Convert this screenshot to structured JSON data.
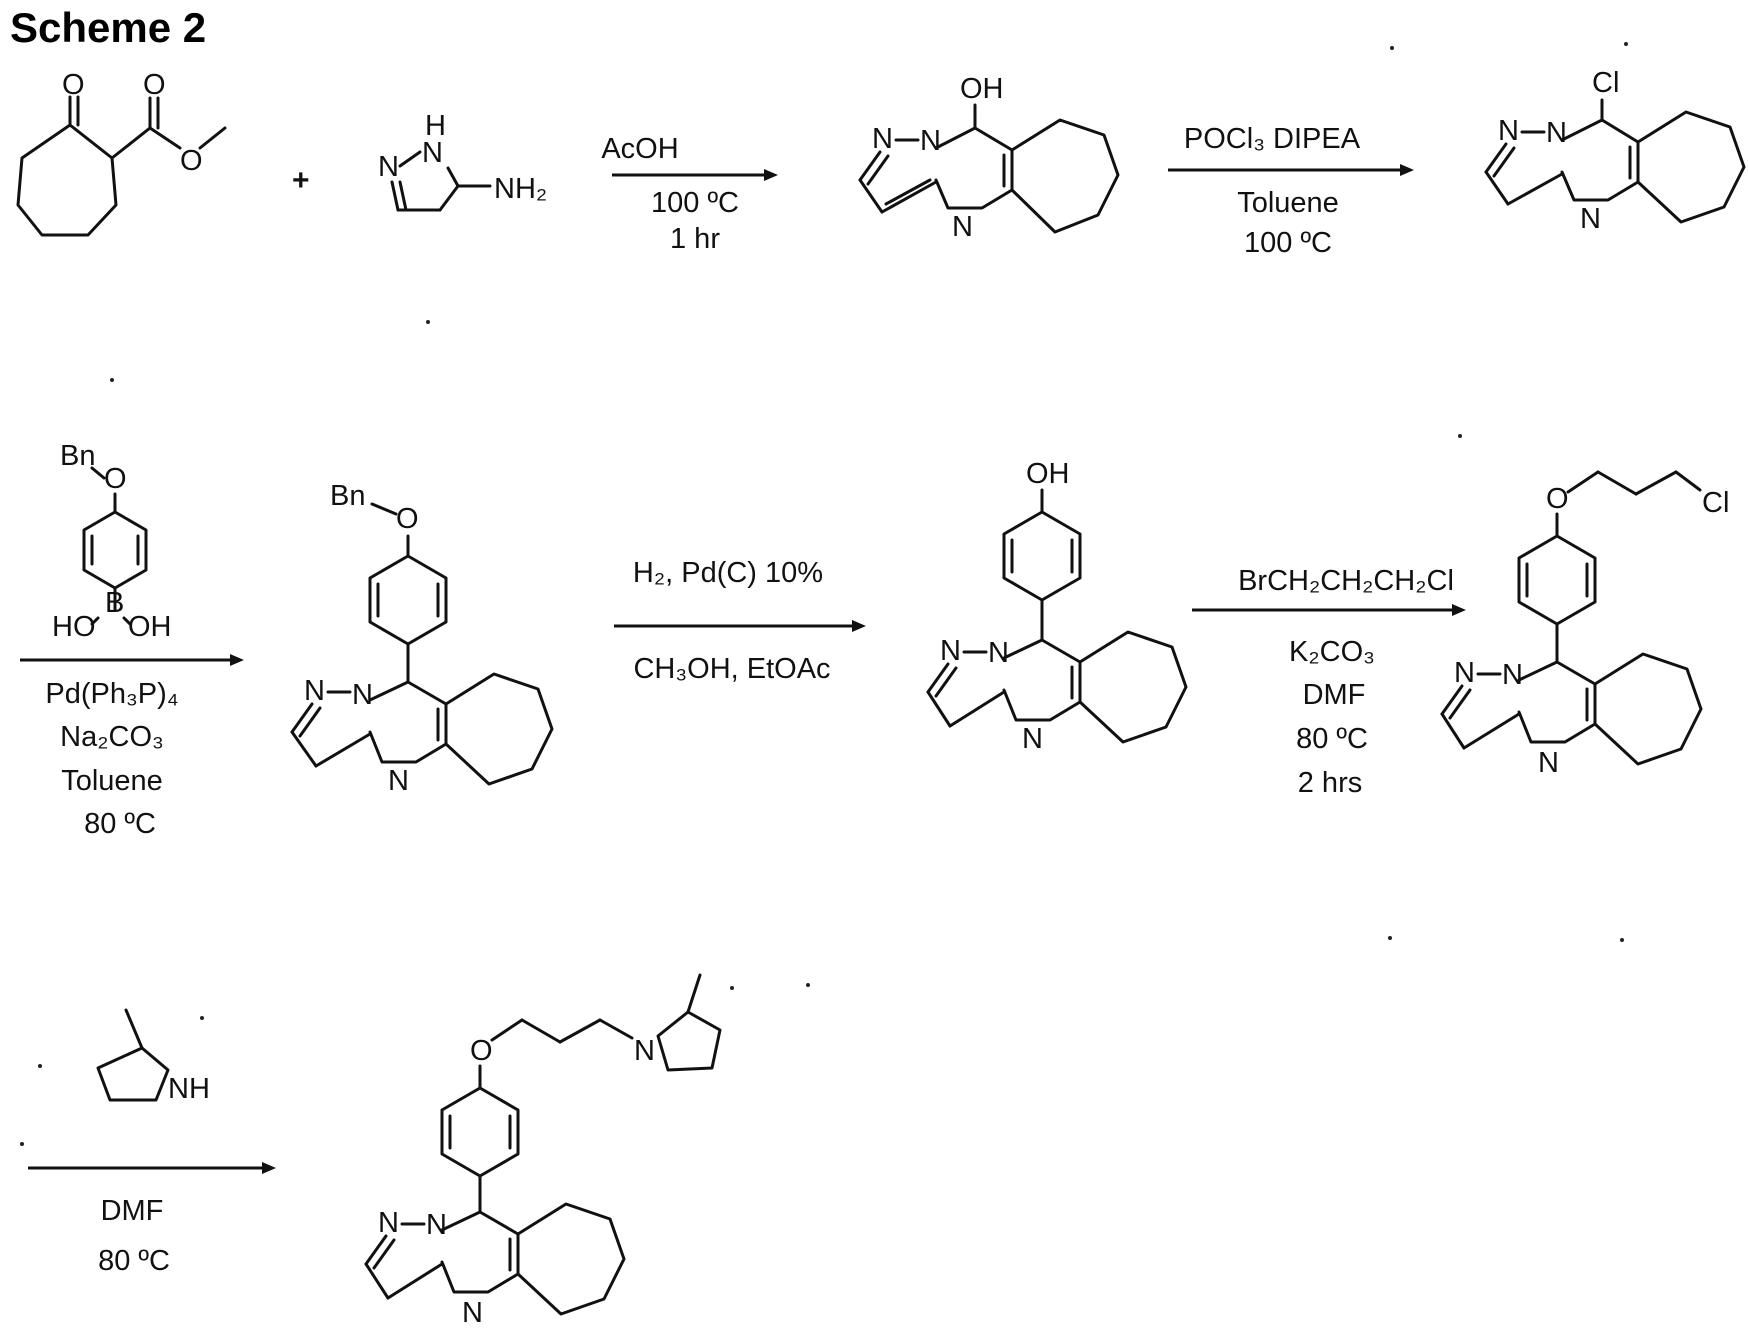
{
  "title": "Scheme 2",
  "plus": "+",
  "atoms": {
    "O": "O",
    "N": "N",
    "NH": "NH",
    "H": "H",
    "NH2": "NH₂",
    "OH": "OH",
    "Cl": "Cl",
    "Bn": "Bn",
    "B": "B",
    "HO": "HO"
  },
  "steps": [
    {
      "above": [
        "AcOH"
      ],
      "below": [
        "100 ºC",
        "1 hr"
      ]
    },
    {
      "above": [
        "POCl₃  DIPEA"
      ],
      "below": [
        "Toluene",
        "100 ºC"
      ]
    },
    {
      "above": [],
      "below": [
        "Pd(Ph₃P)₄",
        "Na₂CO₃",
        "Toluene",
        "80 ºC"
      ]
    },
    {
      "above": [
        "H₂, Pd(C) 10%"
      ],
      "below": [
        "CH₃OH, EtOAc"
      ]
    },
    {
      "above": [
        "BrCH₂CH₂CH₂Cl"
      ],
      "below": [
        "K₂CO₃",
        "DMF",
        "80 ºC",
        "2 hrs"
      ]
    },
    {
      "above": [],
      "below": [
        "DMF",
        "80 ºC"
      ]
    }
  ]
}
